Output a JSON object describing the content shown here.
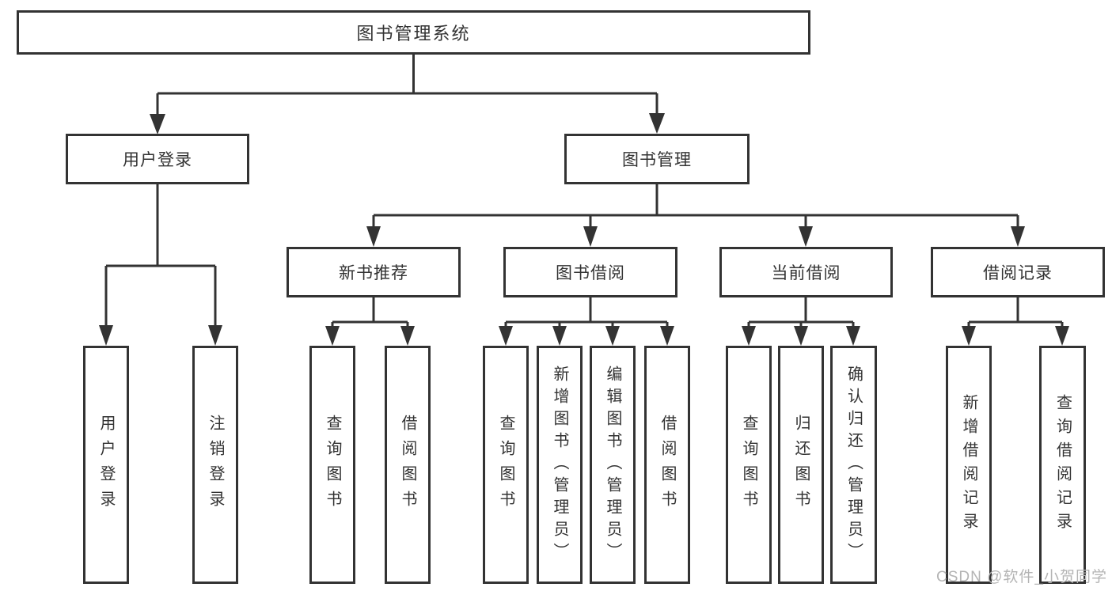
{
  "diagram": {
    "root": "图书管理系统",
    "user_login_branch": {
      "label": "用户登录",
      "children": [
        "用户登录",
        "注销登录"
      ]
    },
    "book_management_branch": {
      "label": "图书管理",
      "sections": [
        {
          "label": "新书推荐",
          "children": [
            "查询图书",
            "借阅图书"
          ]
        },
        {
          "label": "图书借阅",
          "children": [
            "查询图书",
            "新增图书（管理员）",
            "编辑图书（管理员）",
            "借阅图书"
          ]
        },
        {
          "label": "当前借阅",
          "children": [
            "查询图书",
            "归还图书",
            "确认归还（管理员）"
          ]
        },
        {
          "label": "借阅记录",
          "children": [
            "新增借阅记录",
            "查询借阅记录"
          ]
        }
      ]
    }
  },
  "watermark": {
    "text": "CSDN @软件_小贺同学"
  },
  "colors": {
    "line": "#333333",
    "border": "#333333",
    "text": "#333333",
    "watermark": "#b4b4b4",
    "background": "#ffffff"
  }
}
